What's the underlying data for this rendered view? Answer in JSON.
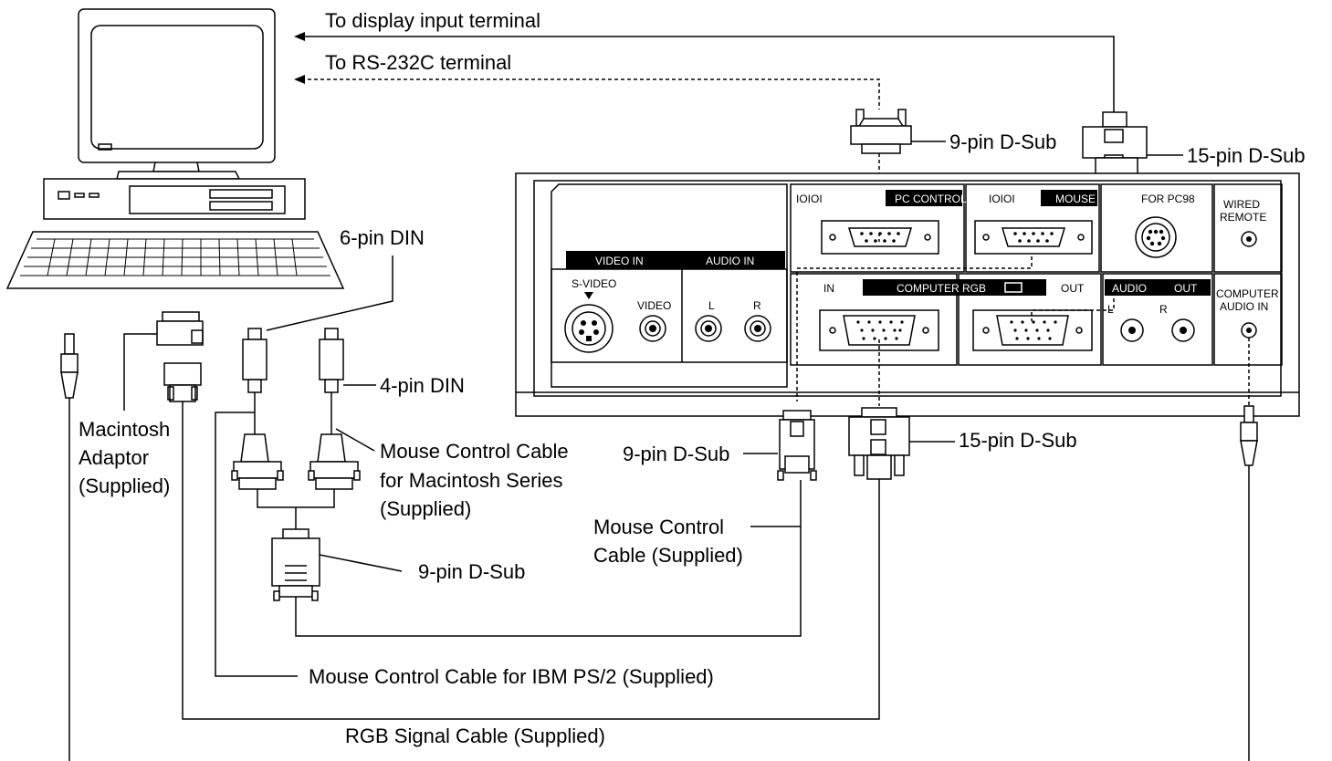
{
  "labels": {
    "to_display": "To display input terminal",
    "to_rs232": "To RS-232C terminal",
    "top_9pin": "9-pin D-Sub",
    "top_15pin": "15-pin D-Sub",
    "din6": "6-pin DIN",
    "din4": "4-pin DIN",
    "mac_adaptor": [
      "Macintosh",
      "Adaptor",
      "(Supplied)"
    ],
    "mouse_mac": [
      "Mouse Control Cable",
      "for Macintosh Series",
      "(Supplied)"
    ],
    "mid_9pin": "9-pin D-Sub",
    "lower_9pin": "9-pin D-Sub",
    "lower_15pin": "15-pin D-Sub",
    "mouse_ctrl": [
      "Mouse Control",
      "Cable (Supplied)"
    ],
    "mouse_ibm": "Mouse Control Cable for IBM PS/2 (Supplied)",
    "rgb_cable": "RGB Signal Cable (Supplied)"
  },
  "panel": {
    "video_in": "VIDEO IN",
    "audio_in": "AUDIO IN",
    "s_video": "S-VIDEO",
    "video": "VIDEO",
    "l": "L",
    "r": "R",
    "pc_control": "PC CONTROL",
    "mouse": "MOUSE",
    "for_pc98": "FOR PC98",
    "wired": "WIRED",
    "remote": "REMOTE",
    "in": "IN",
    "computer_rgb": "COMPUTER RGB",
    "out": "OUT",
    "audio": "AUDIO",
    "audio_out": "OUT",
    "audio_l": "L",
    "audio_r": "R",
    "computer": "COMPUTER",
    "audio_in2": "AUDIO IN",
    "ioioi": "IOIOI",
    "ioioi2": "IOIOI"
  }
}
